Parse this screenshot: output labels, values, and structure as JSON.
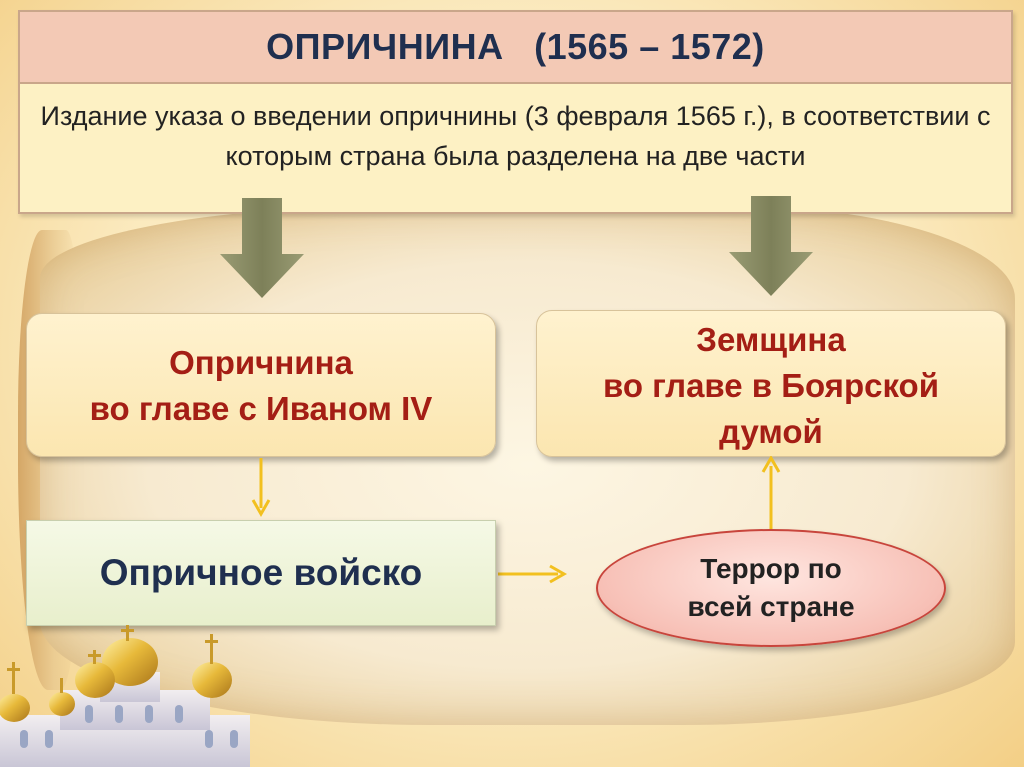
{
  "header": {
    "title": "ОПРИЧНИНА",
    "years": "(1565 – 1572)",
    "decree": "Издание указа о введении опричнины (3 февраля 1565 г.), в соответствии с которым страна была разделена на две части"
  },
  "left_branch": {
    "line1": "Опричнина",
    "line2": "во главе с Иваном IV"
  },
  "right_branch": {
    "line1": "Земщина",
    "line2": "во главе в Боярской",
    "line3": "думой"
  },
  "army": {
    "label": "Опричное войско"
  },
  "terror": {
    "line1": "Террор по",
    "line2": "всей стране"
  },
  "colors": {
    "title_text": "#1f2f4f",
    "title_bar": "#f3c9b5",
    "header_bg": "#fdf1c4",
    "branch_text": "#a41e15",
    "arrow_gray": "#8c8f66",
    "connector_yellow": "#f2c01f",
    "terror_border": "#c8453c"
  }
}
